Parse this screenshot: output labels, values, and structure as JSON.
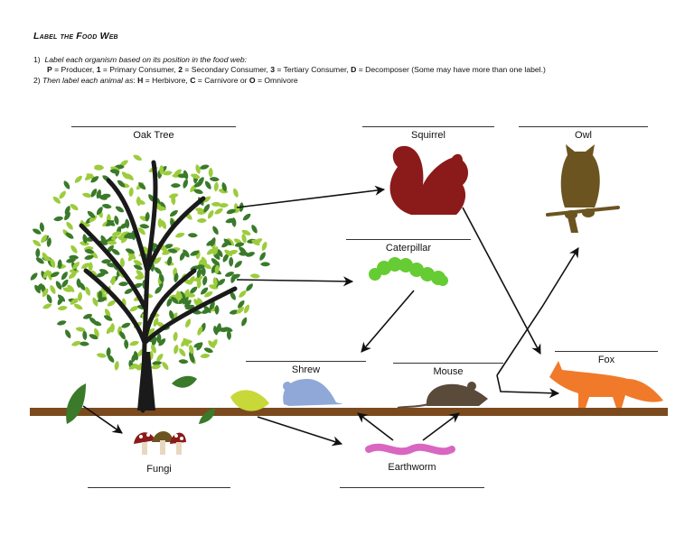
{
  "title": "Label the Food Web",
  "instructions": {
    "line1_num": "1)",
    "line1_text": "Label each organism based on its position in the food web:",
    "line2": [
      {
        "key": "P",
        "text": " = Producer, "
      },
      {
        "key": "1",
        "text": " = Primary Consumer, "
      },
      {
        "key": "2",
        "text": " = Secondary Consumer, "
      },
      {
        "key": "3",
        "text": " = Tertiary Consumer, "
      },
      {
        "key": "D",
        "text": " = Decomposer (Some may have more than one label.)"
      }
    ],
    "line3_num": "2)",
    "line3_text": "Then label each animal as",
    "line3_parts": [
      {
        "key": "H",
        "text": " = Herbivore, "
      },
      {
        "key": "C",
        "text": " = Carnivore or "
      },
      {
        "key": "O",
        "text": " = Omnivore"
      }
    ]
  },
  "organisms": {
    "oak_tree": "Oak Tree",
    "squirrel": "Squirrel",
    "owl": "Owl",
    "caterpillar": "Caterpillar",
    "shrew": "Shrew",
    "mouse": "Mouse",
    "fox": "Fox",
    "fungi": "Fungi",
    "earthworm": "Earthworm"
  },
  "colors": {
    "squirrel": "#8b1a1a",
    "owl": "#6b5420",
    "caterpillar": "#66cc33",
    "shrew": "#8fa8d8",
    "mouse": "#5a4a3a",
    "fox": "#f07a2a",
    "earthworm": "#d966c0",
    "ground": "#7a4a1e",
    "leaf_dark": "#3a7a2a",
    "leaf_light": "#9ccc3c",
    "trunk": "#1a1a1a",
    "arrow": "#111111"
  }
}
